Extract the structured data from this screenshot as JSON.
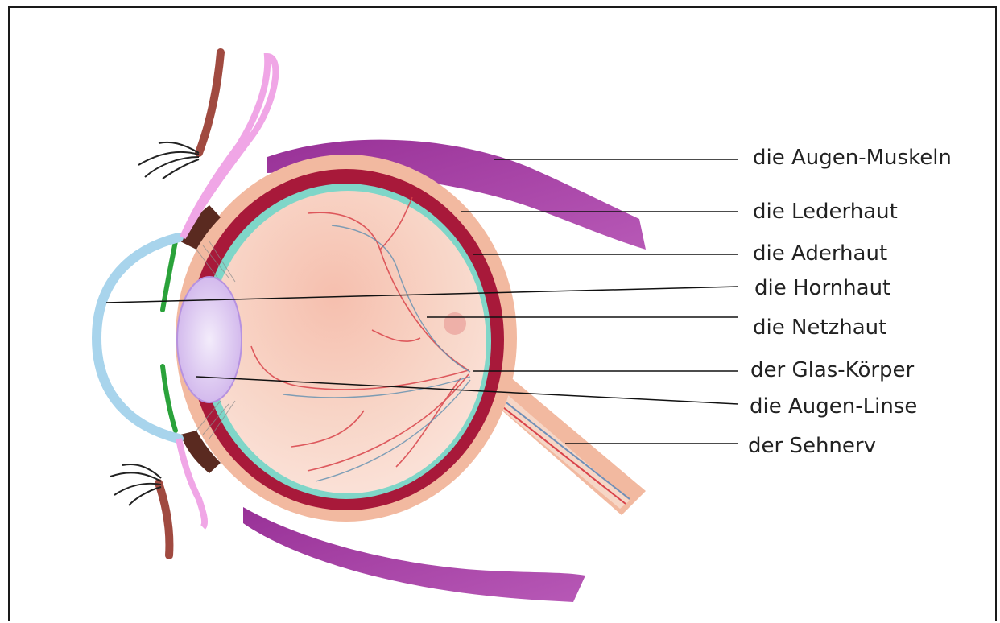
{
  "labels": {
    "muscles": "die Augen-Muskeln",
    "sclera": "die Lederhaut",
    "choroid": "die Aderhaut",
    "cornea": "die Hornhaut",
    "retina": "die Netzhaut",
    "vitreous": "der Glas-Körper",
    "lens": "die Augen-Linse",
    "optic_nerve": "der Sehnerv"
  },
  "colors": {
    "muscle": "#9b2a9a",
    "sclera": "#f2b9a0",
    "choroid": "#a8193a",
    "retina_rim": "#7fd6c8",
    "interior": "#f7d2c4",
    "lens": "#dcc6f0",
    "cornea": "#a8d4ec",
    "eyelid": "#f0a6e6",
    "vessels": "#d9434a"
  }
}
